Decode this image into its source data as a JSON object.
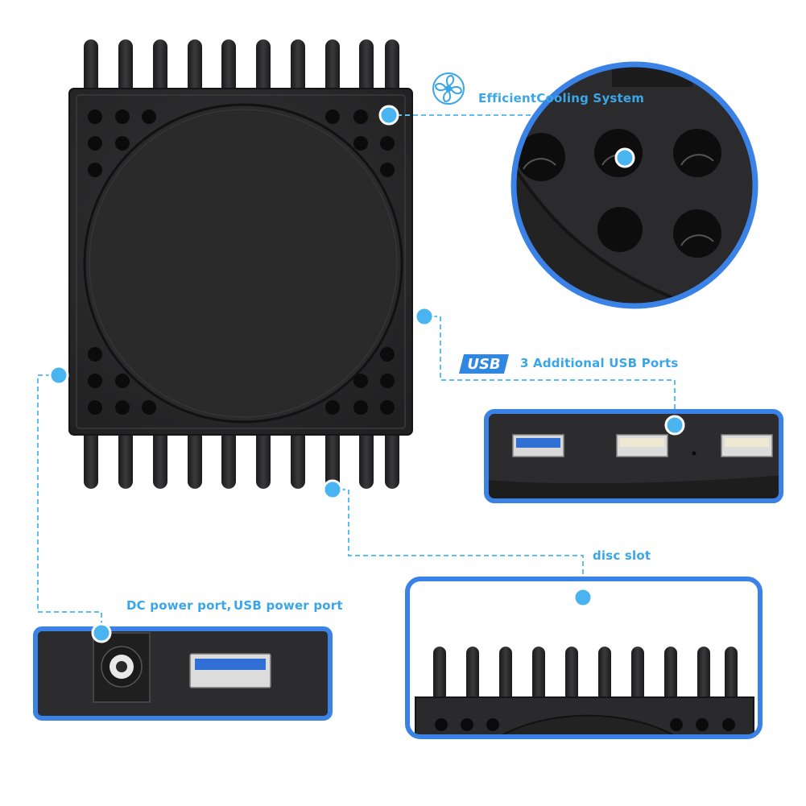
{
  "colors": {
    "accent": "#3b82e6",
    "label_text": "#3aa6e8",
    "dot": "#49b4ef",
    "device": "#2c2c2e",
    "device_dark": "#1c1c1d",
    "usb_blue": "#2f6fd6"
  },
  "callouts": {
    "cooling": {
      "text": "EfficientCooling System",
      "icon": "fan-icon"
    },
    "usb": {
      "text": "3 Additional USB Ports",
      "badge": "USB"
    },
    "disc": {
      "text": "disc slot"
    },
    "dc_power": {
      "text": "DC power port,"
    },
    "usb_power": {
      "text": "USB power port"
    }
  }
}
